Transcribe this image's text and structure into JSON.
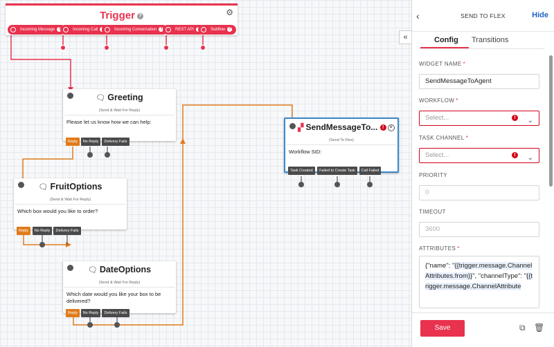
{
  "trigger": {
    "title": "Trigger",
    "help_glyph": "?",
    "pills": [
      {
        "label": "Incoming Message"
      },
      {
        "label": "Incoming Call"
      },
      {
        "label": "Incoming Conversation"
      },
      {
        "label": "REST API"
      },
      {
        "label": "Subflow"
      }
    ]
  },
  "widgets": {
    "greeting": {
      "title": "Greeting",
      "subtitle": "(Send & Wait For Reply)",
      "body": "Please let us know how we can help:",
      "transitions": [
        "Reply",
        "No Reply",
        "Delivery Fails"
      ]
    },
    "fruit_options": {
      "title": "FruitOptions",
      "subtitle": "(Send & Wait For Reply)",
      "body": "Which box would you like to order?",
      "transitions": [
        "Reply",
        "No Reply",
        "Delivery Fails"
      ]
    },
    "date_options": {
      "title": "DateOptions",
      "subtitle": "(Send & Wait For Reply)",
      "body": "Which date would you like your box to be delivered?",
      "transitions": [
        "Reply",
        "No Reply",
        "Delivery Fails"
      ]
    },
    "send_message": {
      "title": "SendMessageTo...",
      "subtitle": "(Send To Flex)",
      "body": "Workflow SID:",
      "transitions": [
        "Task Created",
        "Failed to Create Task",
        "Call Failed"
      ]
    }
  },
  "panel": {
    "back_glyph": "‹",
    "title": "SEND TO FLEX",
    "hide_label": "Hide",
    "collapse_glyph": "«",
    "tabs": [
      {
        "label": "Config",
        "active": true
      },
      {
        "label": "Transitions",
        "active": false
      }
    ],
    "fields": {
      "widget_name": {
        "label": "WIDGET NAME",
        "required": "*",
        "value": "SendMessageToAgent"
      },
      "workflow": {
        "label": "WORKFLOW",
        "required": "*",
        "placeholder": "Select..."
      },
      "task_channel": {
        "label": "TASK CHANNEL",
        "required": "*",
        "placeholder": "Select..."
      },
      "priority": {
        "label": "PRIORITY",
        "placeholder": "0"
      },
      "timeout": {
        "label": "TIMEOUT",
        "placeholder": "3600"
      },
      "attributes": {
        "label": "ATTRIBUTES",
        "required": "*",
        "line1": "{\"name\": \"",
        "line2": "{{trigger.message.ChannelAttributes.from}}",
        "line3": "\", \"channelType\": \"",
        "line4": "{{trigger.message.ChannelAttribute"
      }
    },
    "save_label": "Save",
    "error_glyph": "!",
    "chevron_glyph": "⌄"
  },
  "colors": {
    "brand_red": "#e8324e",
    "transition_orange": "#e07b1a",
    "selected_blue": "#3a89c9",
    "link_blue": "#1f62c6"
  }
}
